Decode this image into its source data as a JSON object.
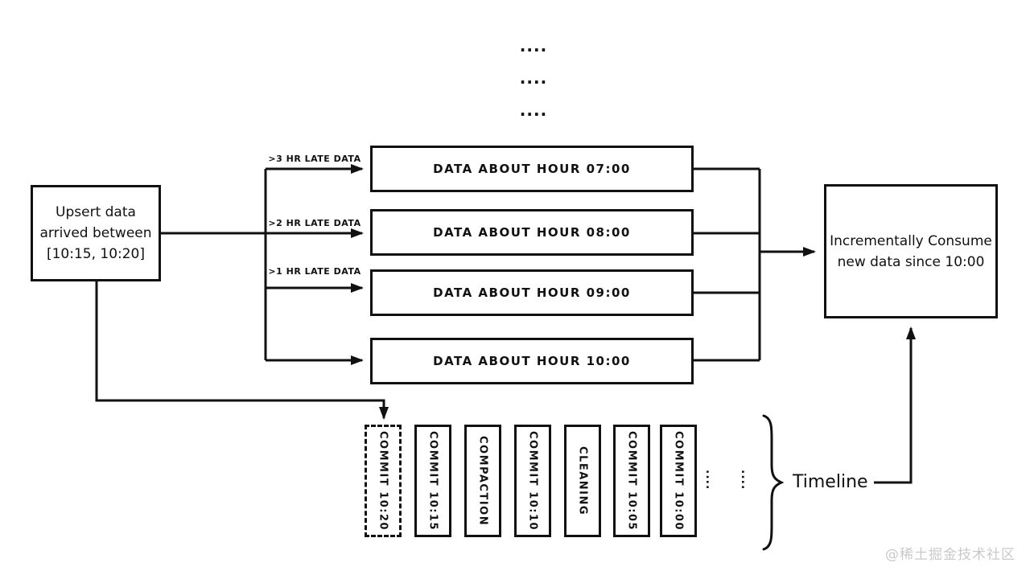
{
  "diagram": {
    "colors": {
      "line": "#111111",
      "background": "#ffffff",
      "watermark_text": "#c9c9c9"
    },
    "top_ellipsis": {
      "rows": [
        "....",
        "....",
        "...."
      ]
    },
    "upsert_box": {
      "lines": [
        "Upsert data",
        "arrived between",
        "[10:15, 10:20]"
      ]
    },
    "late_labels": [
      ">3 HR LATE DATA",
      ">2 HR LATE DATA",
      ">1 HR LATE DATA"
    ],
    "data_boxes": [
      "DATA ABOUT HOUR 07:00",
      "DATA ABOUT HOUR 08:00",
      "DATA ABOUT HOUR 09:00",
      "DATA ABOUT HOUR 10:00"
    ],
    "consume_box": {
      "lines": [
        "Incrementally Consume",
        "new data since 10:00"
      ]
    },
    "timeline": {
      "commits": [
        {
          "label": "COMMIT 10:20",
          "style": "dashed"
        },
        {
          "label": "COMMIT 10:15",
          "style": "solid"
        },
        {
          "label": "COMPACTION",
          "style": "solid"
        },
        {
          "label": "COMMIT 10:10",
          "style": "solid"
        },
        {
          "label": "CLEANING",
          "style": "solid"
        },
        {
          "label": "COMMIT 10:05",
          "style": "solid"
        },
        {
          "label": "COMMIT 10:00",
          "style": "solid"
        }
      ],
      "ellipsis_columns": [
        "....",
        "...."
      ],
      "label": "Timeline"
    },
    "watermark": "@稀土掘金技术社区"
  }
}
